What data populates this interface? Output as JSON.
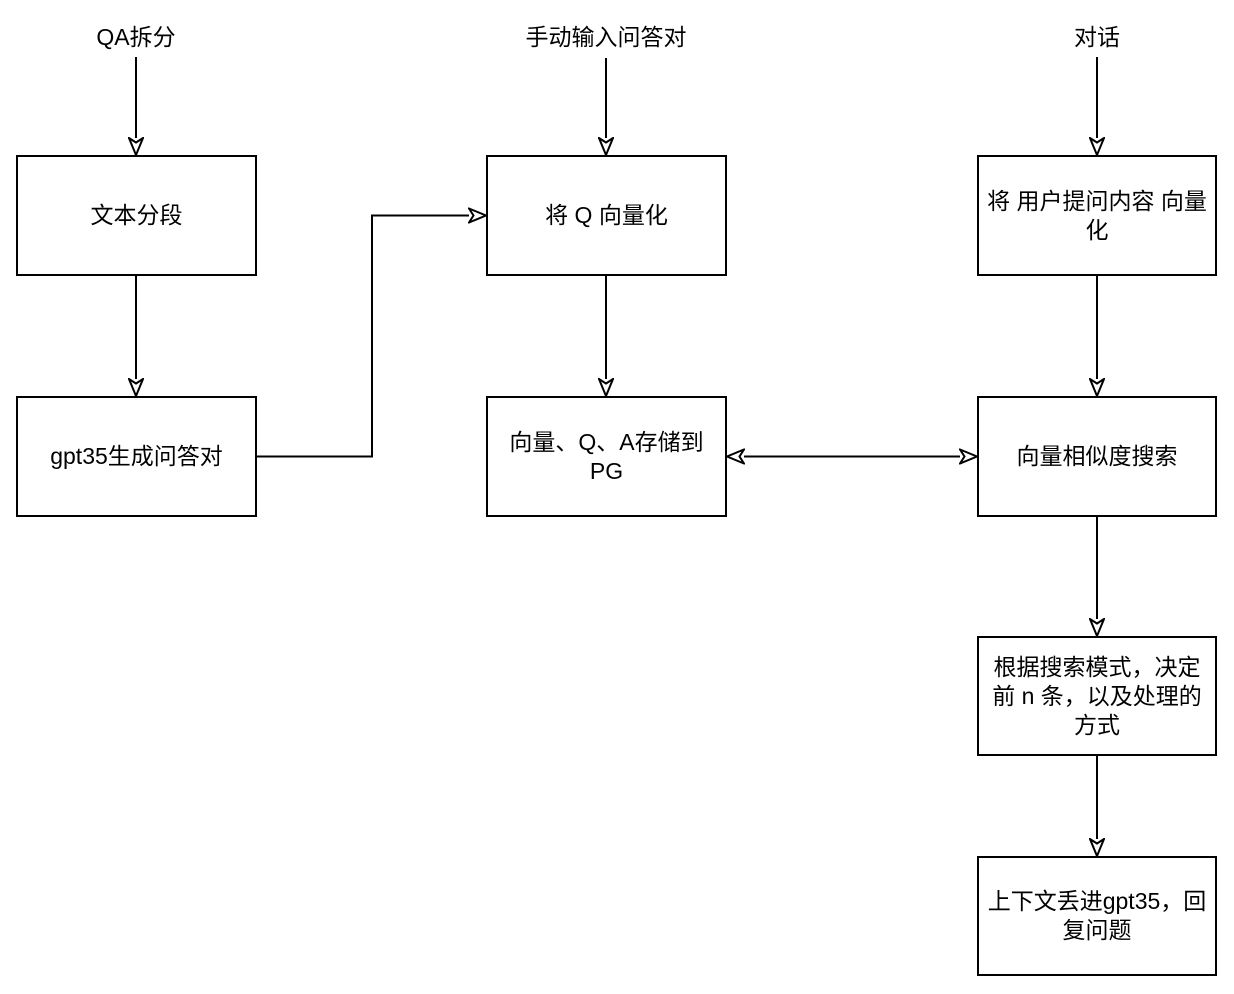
{
  "diagram": {
    "colors": {
      "stroke": "#000000",
      "node_fill": "#ffffff",
      "background": "#ffffff",
      "text": "#000000"
    },
    "entry_labels": [
      {
        "id": "qa-split",
        "text": "QA拆分"
      },
      {
        "id": "manual-input-qa-pairs",
        "text": "手动输入问答对"
      },
      {
        "id": "conversation",
        "text": "对话"
      }
    ],
    "nodes": [
      {
        "id": "text-segmentation",
        "text": "文本分段"
      },
      {
        "id": "gpt35-generate-qa-pairs",
        "text": "gpt35生成问答对"
      },
      {
        "id": "vectorize-q",
        "text": "将 Q 向量化"
      },
      {
        "id": "store-vector-q-a-to-pg",
        "text": "向量、Q、A存储到\nPG"
      },
      {
        "id": "vectorize-user-question",
        "text": "将 用户提问内容 向量\n化"
      },
      {
        "id": "vector-similarity-search",
        "text": "向量相似度搜索"
      },
      {
        "id": "search-mode-decision",
        "text": "根据搜索模式，决定\n前 n 条，以及处理的\n方式"
      },
      {
        "id": "context-to-gpt35-answer",
        "text": "上下文丢进gpt35，回\n复问题"
      }
    ],
    "edges": [
      {
        "from": "qa-split",
        "to": "text-segmentation",
        "style": "arrow-down"
      },
      {
        "from": "text-segmentation",
        "to": "gpt35-generate-qa-pairs",
        "style": "arrow-down"
      },
      {
        "from": "manual-input-qa-pairs",
        "to": "vectorize-q",
        "style": "arrow-down"
      },
      {
        "from": "vectorize-q",
        "to": "store-vector-q-a-to-pg",
        "style": "arrow-down"
      },
      {
        "from": "conversation",
        "to": "vectorize-user-question",
        "style": "arrow-down"
      },
      {
        "from": "vectorize-user-question",
        "to": "vector-similarity-search",
        "style": "arrow-down"
      },
      {
        "from": "gpt35-generate-qa-pairs",
        "to": "vectorize-q",
        "style": "elbow-right-up-right"
      },
      {
        "from": "store-vector-q-a-to-pg",
        "to": "vector-similarity-search",
        "style": "bidirectional-horizontal"
      },
      {
        "from": "vector-similarity-search",
        "to": "search-mode-decision",
        "style": "arrow-down"
      },
      {
        "from": "search-mode-decision",
        "to": "context-to-gpt35-answer",
        "style": "arrow-down"
      }
    ]
  }
}
